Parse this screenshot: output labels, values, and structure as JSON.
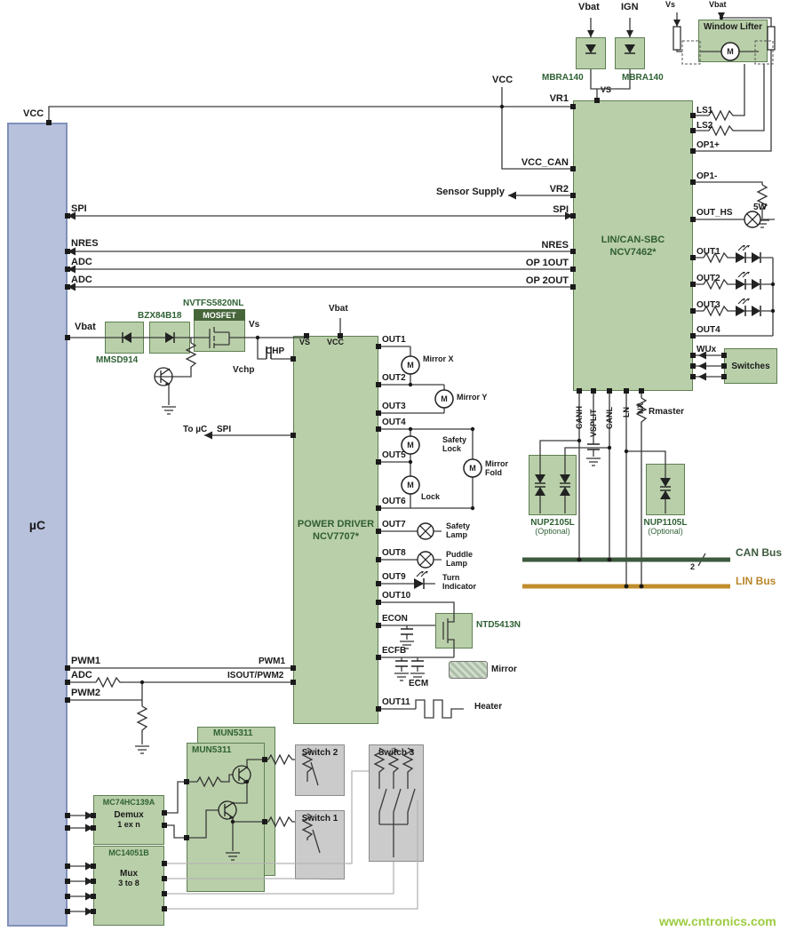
{
  "watermark": "www.cntronics.com",
  "symbols": {
    "motor": "M"
  },
  "uc": {
    "label": "µC",
    "pins": {
      "vcc": "VCC",
      "spi": "SPI",
      "nres": "NRES",
      "adc1": "ADC",
      "adc2": "ADC",
      "vbat": "Vbat",
      "pwm1": "PWM1",
      "adc3": "ADC",
      "pwm2": "PWM2"
    }
  },
  "sbc": {
    "title1": "LIN/CAN-SBC",
    "title2": "NCV7462*",
    "top_vs": "VS",
    "left": {
      "vr1": "VR1",
      "vcc_can": "VCC_CAN",
      "vr2": "VR2",
      "spi": "SPI",
      "nres": "NRES",
      "op1out": "OP 1OUT",
      "op2out": "OP 2OUT"
    },
    "right": {
      "ls1": "LS1",
      "ls2": "LS2",
      "op1p": "OP1+",
      "op1m": "OP1-",
      "out_hs": "OUT_HS",
      "out1": "OUT1",
      "out2": "OUT2",
      "out3": "OUT3",
      "out4": "OUT4",
      "wux": "WUx"
    },
    "bottom": {
      "canh": "CANH",
      "vsplit": "VSPLIT",
      "canl": "CANL",
      "ln": "LN",
      "nx": "NX"
    }
  },
  "top": {
    "vbat": "Vbat",
    "ign": "IGN",
    "vs": "Vs",
    "vbat2": "Vbat",
    "vcc": "VCC",
    "mbra_l": "MBRA140",
    "mbra_r": "MBRA140",
    "window_lifter": "Window Lifter",
    "sensor_supply": "Sensor Supply",
    "w5": "5W",
    "switches": "Switches"
  },
  "pd": {
    "title1": "POWER DRIVER",
    "title2": "NCV7707*",
    "vs": "VS",
    "vcc": "VCC",
    "vbat": "Vbat",
    "vs_node": "Vs",
    "chp": "CHP",
    "vchp": "Vchp",
    "to_uc": "To µC",
    "spi": "SPI",
    "pwm1": "PWM1",
    "isout": "ISOUT/PWM2",
    "outs": [
      "OUT1",
      "OUT2",
      "OUT3",
      "OUT4",
      "OUT5",
      "OUT6",
      "OUT7",
      "OUT8",
      "OUT9",
      "OUT10",
      "ECON",
      "ECFB",
      "OUT11"
    ]
  },
  "loads": {
    "mirror_x": "Mirror X",
    "mirror_y": "Mirror Y",
    "safety1": "Safety",
    "safety2": "Lock",
    "lock": "Lock",
    "fold1": "Mirror",
    "fold2": "Fold",
    "slamp1": "Safety",
    "slamp2": "Lamp",
    "plamp1": "Puddle",
    "plamp2": "Lamp",
    "turn1": "Turn",
    "turn2": "Indicator",
    "ntd": "NTD5413N",
    "ecm": "ECM",
    "mirror": "Mirror",
    "heater": "Heater"
  },
  "mid": {
    "mmsd": "MMSD914",
    "bzx": "BZX84B18",
    "nvtfs": "NVTFS5820NL",
    "mosfet": "MOSFET"
  },
  "bus": {
    "can": "CAN Bus",
    "lin": "LIN Bus",
    "rmaster": "Rmaster",
    "two": "2",
    "nup2105l": "NUP2105L",
    "nup1105l": "NUP1105L",
    "optional": "(Optional)"
  },
  "bottom": {
    "mun_back": "MUN5311",
    "mun_front": "MUN5311",
    "switch1": "Switch 1",
    "switch2": "Switch 2",
    "switch3": "Switch 3",
    "demux1": "MC74HC139A",
    "demux2": "Demux",
    "demux3": "1 ex n",
    "mux1": "MC14051B",
    "mux2": "Mux",
    "mux3": "3 to 8"
  }
}
